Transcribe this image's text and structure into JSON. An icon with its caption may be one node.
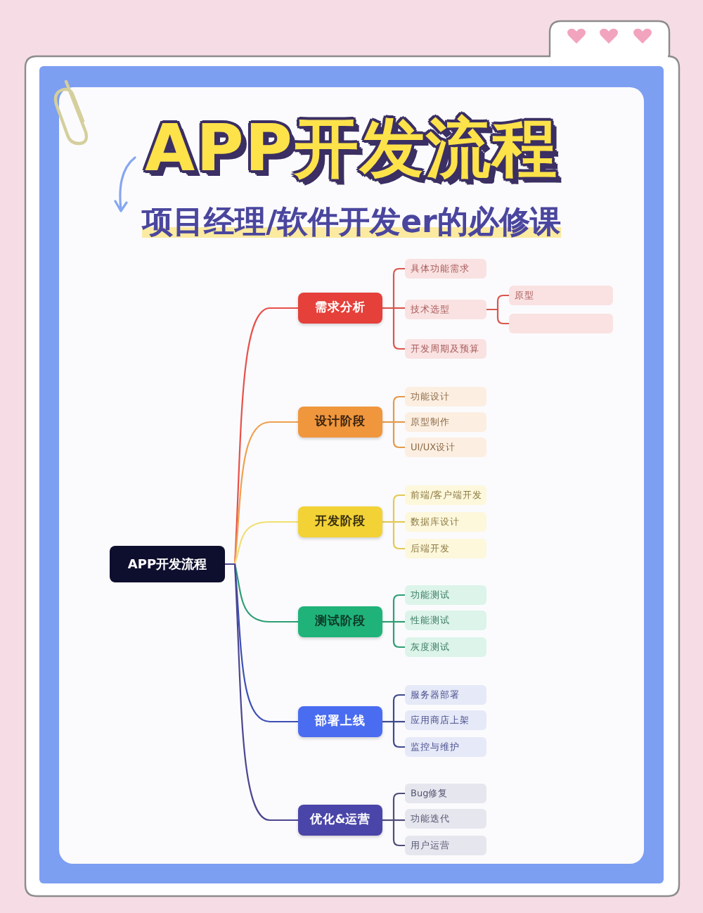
{
  "diagram": {
    "title": "APP开发流程",
    "nodes": [
      {
        "text": [
          "APP开发流程"
        ]
      },
      {
        "text": [
          "需求分析"
        ]
      },
      {
        "text": [
          "具体功能需求"
        ]
      },
      {
        "text": [
          "技术选型"
        ]
      },
      {
        "text": [
          "原型"
        ]
      },
      {
        "text": [],
        "shape": "box"
      },
      {
        "text": [
          "开发周期及预算"
        ]
      },
      {
        "text": [
          "设计阶段"
        ]
      },
      {
        "text": [
          "功能设计"
        ]
      },
      {
        "text": [
          "原型制作"
        ]
      },
      {
        "text": [
          "UI/UX设计"
        ]
      },
      {
        "text": [
          "开发阶段"
        ]
      },
      {
        "text": [
          "前端/客户端开发"
        ]
      },
      {
        "text": [
          "数据库设计"
        ]
      },
      {
        "text": [
          "后端开发"
        ]
      },
      {
        "text": [
          "测试阶段"
        ]
      },
      {
        "text": [
          "功能测试"
        ]
      },
      {
        "text": [
          "性能测试"
        ]
      },
      {
        "text": [
          "灰度测试"
        ]
      },
      {
        "text": [
          "部署上线"
        ]
      },
      {
        "text": [
          "服务器部署"
        ]
      },
      {
        "text": [
          "应用商店上架"
        ]
      },
      {
        "text": [
          "监控与维护"
        ]
      },
      {
        "text": [
          "优化&运营"
        ]
      },
      {
        "text": [
          "Bug修复"
        ]
      },
      {
        "text": [
          "功能迭代"
        ]
      },
      {
        "text": [
          "用户运营"
        ]
      }
    ],
    "edges": [
      {
        "from": 0,
        "to": 1,
        "arrow": "none",
        "color": "#e8504a"
      },
      {
        "from": 0,
        "to": 7,
        "arrow": "none",
        "color": "#f0a050"
      },
      {
        "from": 0,
        "to": 11,
        "arrow": "none",
        "color": "#f1df72"
      },
      {
        "from": 0,
        "to": 15,
        "arrow": "none",
        "color": "#2f9e74"
      },
      {
        "from": 0,
        "to": 19,
        "arrow": "none",
        "color": "#3c4fb5"
      },
      {
        "from": 0,
        "to": 23,
        "arrow": "none",
        "color": "#4b4690"
      },
      {
        "from": 1,
        "to": 2,
        "arrow": "none",
        "color": "#d9574f"
      },
      {
        "from": 1,
        "to": 3,
        "arrow": "none",
        "color": "#d9574f"
      },
      {
        "from": 1,
        "to": 6,
        "arrow": "none",
        "color": "#d9574f"
      },
      {
        "from": 3,
        "to": 4,
        "arrow": "none",
        "color": "#d9574f"
      },
      {
        "from": 3,
        "to": 5,
        "arrow": "none",
        "color": "#d9574f"
      },
      {
        "from": 7,
        "to": 8,
        "arrow": "none",
        "color": "#e39a4a"
      },
      {
        "from": 7,
        "to": 9,
        "arrow": "none",
        "color": "#e39a4a"
      },
      {
        "from": 7,
        "to": 10,
        "arrow": "none",
        "color": "#e39a4a"
      },
      {
        "from": 11,
        "to": 12,
        "arrow": "none",
        "color": "#e2c955"
      },
      {
        "from": 11,
        "to": 13,
        "arrow": "none",
        "color": "#e2c955"
      },
      {
        "from": 11,
        "to": 14,
        "arrow": "none",
        "color": "#e2c955"
      },
      {
        "from": 15,
        "to": 16,
        "arrow": "none",
        "color": "#2f9e74"
      },
      {
        "from": 15,
        "to": 17,
        "arrow": "none",
        "color": "#2f9e74"
      },
      {
        "from": 15,
        "to": 18,
        "arrow": "none",
        "color": "#2f9e74"
      },
      {
        "from": 19,
        "to": 20,
        "arrow": "none",
        "color": "#3f4a8c"
      },
      {
        "from": 19,
        "to": 21,
        "arrow": "none",
        "color": "#3f4a8c"
      },
      {
        "from": 19,
        "to": 22,
        "arrow": "none",
        "color": "#3f4a8c"
      },
      {
        "from": 23,
        "to": 24,
        "arrow": "none",
        "color": "#4f4d78"
      },
      {
        "from": 23,
        "to": 25,
        "arrow": "none",
        "color": "#4f4d78"
      },
      {
        "from": 23,
        "to": 26,
        "arrow": "none",
        "color": "#4f4d78"
      }
    ],
    "labels": [
      "项目经理/软件开发er的必修课"
    ]
  }
}
